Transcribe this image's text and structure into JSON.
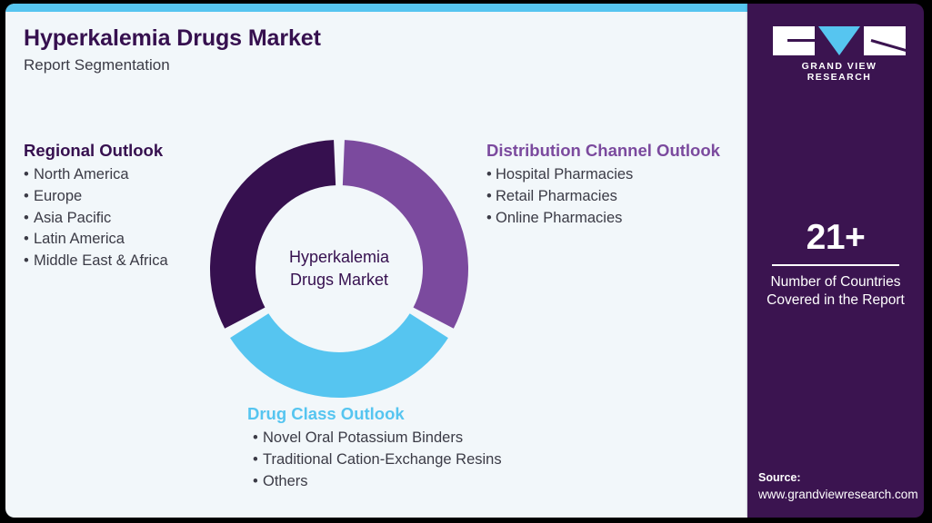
{
  "header": {
    "title": "Hyperkalemia Drugs Market",
    "subtitle": "Report Segmentation"
  },
  "colors": {
    "panel_background": "#f2f7fa",
    "accent_bar": "#56c5f0",
    "brand_dark_purple": "#3b1450",
    "segment_dark_purple": "#36104f",
    "segment_medium_purple": "#7b4a9e",
    "segment_light_blue": "#56c5f0",
    "body_text": "#3b3b46"
  },
  "segments": {
    "regional": {
      "heading": "Regional Outlook",
      "items": [
        "North America",
        "Europe",
        "Asia Pacific",
        "Latin America",
        "Middle East & Africa"
      ]
    },
    "distribution": {
      "heading": "Distribution Channel Outlook",
      "items": [
        "Hospital Pharmacies",
        "Retail Pharmacies",
        "Online Pharmacies"
      ]
    },
    "drug_class": {
      "heading": "Drug Class Outlook",
      "items": [
        "Novel Oral Potassium Binders",
        "Traditional Cation-Exchange Resins",
        "Others"
      ]
    }
  },
  "chart_data": {
    "type": "pie",
    "variant": "donut",
    "title": "Hyperkalemia Drugs Market",
    "center_label_line1": "Hyperkalemia",
    "center_label_line2": "Drugs Market",
    "legend_position": "around-chart",
    "slices": [
      {
        "name": "Distribution Channel Outlook",
        "value": 33.33,
        "color": "#7b4a9e",
        "start_angle": 0,
        "end_angle": 120
      },
      {
        "name": "Drug Class Outlook",
        "value": 33.33,
        "color": "#56c5f0",
        "start_angle": 120,
        "end_angle": 240
      },
      {
        "name": "Regional Outlook",
        "value": 33.33,
        "color": "#36104f",
        "start_angle": 240,
        "end_angle": 360
      }
    ]
  },
  "brand": {
    "logo_icon": "gvr-logo-icon",
    "wordmark": "GRAND VIEW RESEARCH"
  },
  "stat": {
    "value": "21+",
    "caption_line1": "Number of Countries",
    "caption_line2": "Covered in the Report"
  },
  "source": {
    "label": "Source:",
    "url": "www.grandviewresearch.com"
  }
}
